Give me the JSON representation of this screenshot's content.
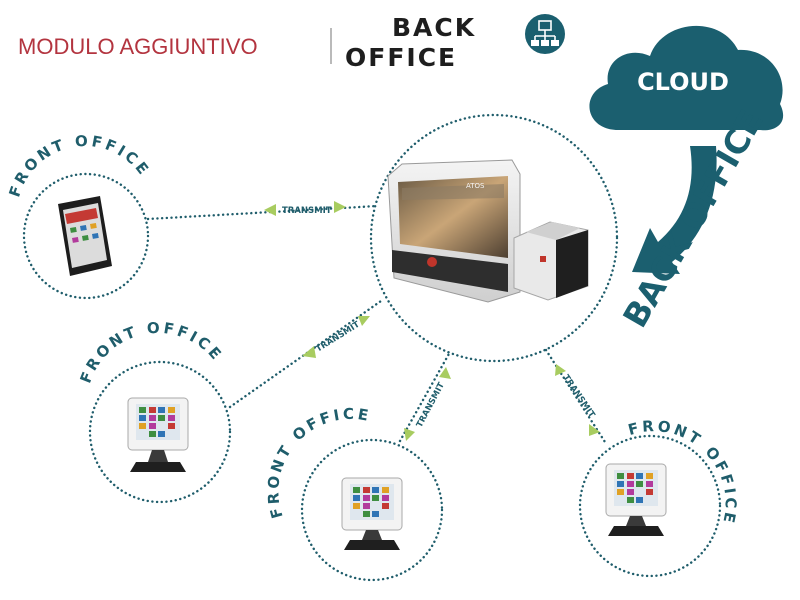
{
  "header": {
    "module_label": "MODULO AGGIUNTIVO",
    "back_office_line1": "BACK",
    "back_office_line2": "OFFICE",
    "icon": "network-hierarchy-icon"
  },
  "cloud": {
    "label": "CLOUD",
    "arrow_label": "BACK OFFICE",
    "color": "#1b5f6f"
  },
  "hub": {
    "device": "pos-terminal-with-printer",
    "screen_brand": "ATOS"
  },
  "nodes": [
    {
      "label": "FRONT OFFICE",
      "device": "tablet"
    },
    {
      "label": "FRONT OFFICE",
      "device": "pos-touch-terminal"
    },
    {
      "label": "FRONT OFFICE",
      "device": "pos-touch-terminal"
    },
    {
      "label": "FRONT OFFICE",
      "device": "pos-touch-terminal"
    }
  ],
  "links": [
    {
      "label": "TRANSMIT"
    },
    {
      "label": "TRANSMIT"
    },
    {
      "label": "TRANSMIT"
    },
    {
      "label": "TRANSMIT"
    }
  ],
  "colors": {
    "accent_red": "#b3343f",
    "teal": "#1b5f6f",
    "arrow_green": "#a8cc60"
  }
}
